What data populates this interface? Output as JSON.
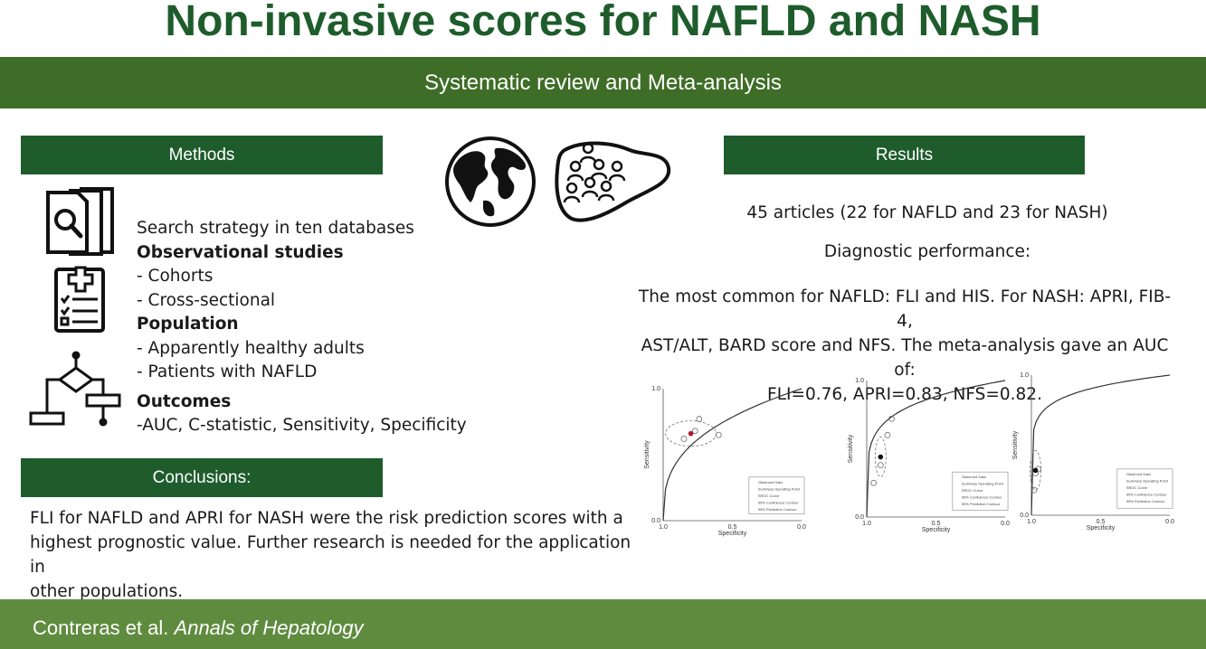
{
  "title": "Non-invasive scores for NAFLD and NASH",
  "subtitle": "Systematic review and Meta-analysis",
  "methods": {
    "heading": "Methods",
    "search": "Search strategy in ten databases",
    "design_heading": "Observational studies",
    "designs": [
      "- Cohorts",
      "- Cross-sectional"
    ],
    "population_heading": "Population",
    "populations": [
      "- Apparently healthy adults",
      "- Patients with NAFLD"
    ],
    "outcomes_heading": "Outcomes",
    "outcomes": "-AUC, C-statistic, Sensitivity, Specificity"
  },
  "results": {
    "heading": "Results",
    "articles": "45 articles (22 for NAFLD and 23 for NASH)",
    "performance": "Diagnostic performance:",
    "summary_lines": [
      "The most common for NAFLD: FLI and HIS. For NASH: APRI, FIB-4,",
      "AST/ALT, BARD score and NFS. The meta-analysis gave an AUC of:",
      "FLI=0.76, APRI=0.83, NFS=0.82."
    ]
  },
  "conclusions": {
    "heading": "Conclusions:",
    "lines": [
      "FLI for NAFLD and APRI for NASH were the risk prediction scores with a",
      "highest prognostic value. Further research is needed for the application in",
      "other populations."
    ]
  },
  "footer": {
    "authors": "Contreras et al.",
    "journal": "Annals of Hepatology"
  },
  "icons": [
    "document-search-icon",
    "medical-report-icon",
    "flowchart-icon",
    "globe-icon",
    "liver-population-icon"
  ],
  "colors": {
    "title_green": "#1e5c2c",
    "subtitle_band": "#3e6d27",
    "section_header": "#1e5c2c",
    "footer_band": "#5f8b3f"
  },
  "chart_data": [
    {
      "type": "line",
      "xlabel": "Specificity",
      "ylabel": "Sensitivity",
      "xticks": [
        "1.0",
        "0.5",
        "0.0"
      ],
      "yticks": [
        "0.0",
        "1.0"
      ],
      "legend_entries": [
        "Observed Data",
        "Summary Operating Point",
        "SROC Curve",
        "95% Confidence Contour",
        "95% Prediction Contour"
      ],
      "legend_position": "bottom-right",
      "observed_points": [
        [
          0.85,
          0.62
        ],
        [
          0.77,
          0.68
        ],
        [
          0.74,
          0.77
        ],
        [
          0.6,
          0.65
        ]
      ],
      "summary_point": [
        0.8,
        0.66
      ]
    },
    {
      "type": "line",
      "xlabel": "Specificity",
      "ylabel": "Sensitivity",
      "xticks": [
        "1.0",
        "0.5",
        "0.0"
      ],
      "yticks": [
        "0.0",
        "1.0"
      ],
      "legend_entries": [
        "Observed Data",
        "Summary Operating Point",
        "SROC Curve",
        "95% Confidence Contour",
        "95% Prediction Contour"
      ],
      "legend_position": "bottom-right",
      "observed_points": [
        [
          0.95,
          0.25
        ],
        [
          0.9,
          0.38
        ],
        [
          0.85,
          0.6
        ],
        [
          0.82,
          0.72
        ]
      ],
      "summary_point": [
        0.9,
        0.44
      ]
    },
    {
      "type": "line",
      "xlabel": "Specificity",
      "ylabel": "Sensitivity",
      "xticks": [
        "1.0",
        "0.5",
        "0.0"
      ],
      "yticks": [
        "0.0",
        "1.0"
      ],
      "legend_entries": [
        "Observed Data",
        "Summary Operating Point",
        "SROC Curve",
        "95% Confidence Contour",
        "95% Prediction Contour"
      ],
      "legend_position": "bottom-right",
      "observed_points": [
        [
          0.98,
          0.18
        ],
        [
          0.97,
          0.3
        ],
        [
          0.95,
          0.33
        ]
      ],
      "summary_point": [
        0.97,
        0.32
      ]
    }
  ]
}
